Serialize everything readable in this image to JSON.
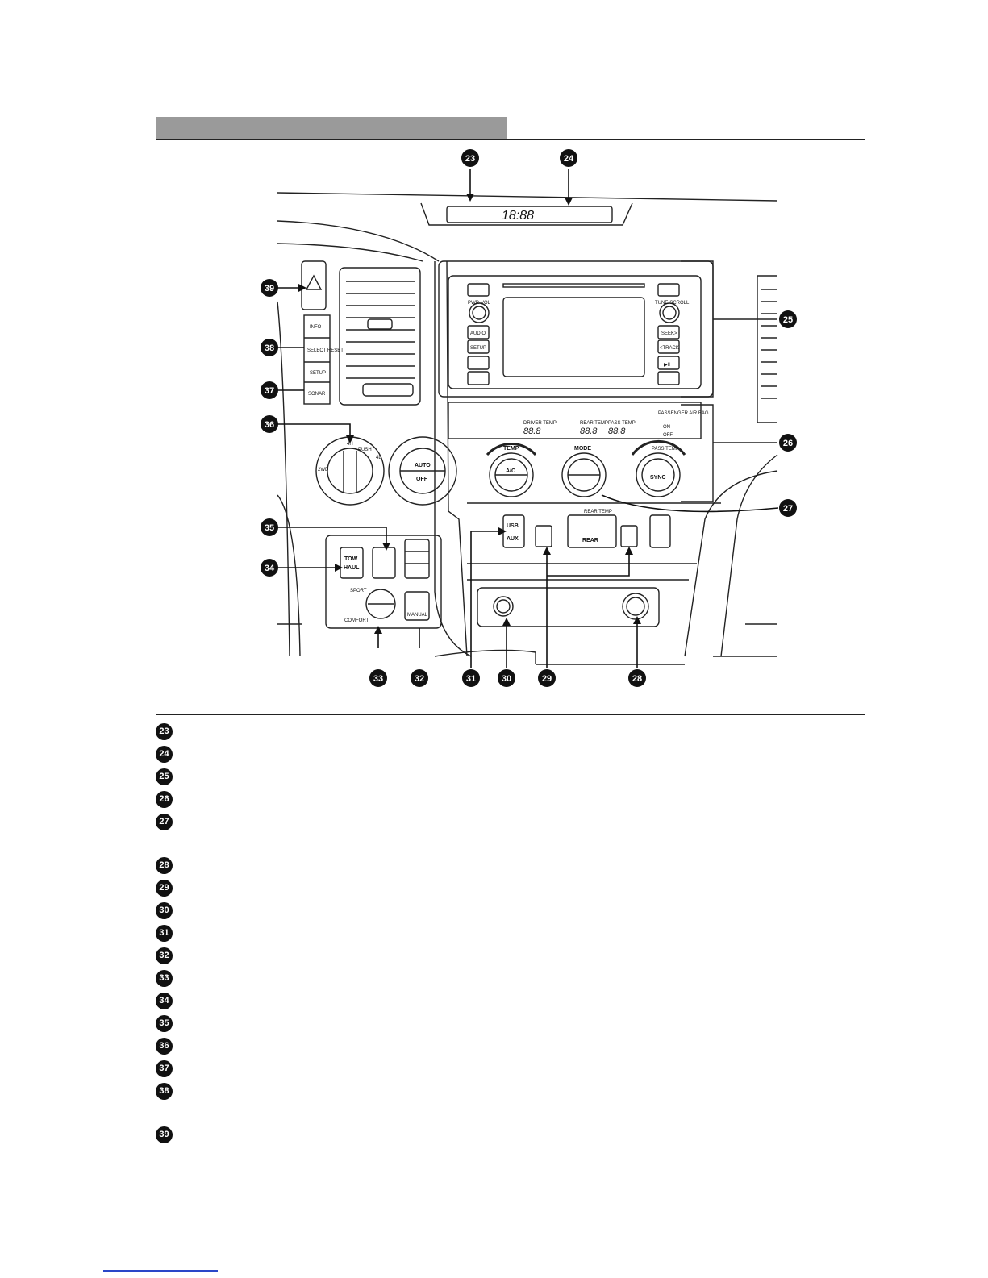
{
  "callouts": [
    "23",
    "24",
    "25",
    "26",
    "27",
    "28",
    "29",
    "30",
    "31",
    "32",
    "33",
    "34",
    "35",
    "36",
    "37",
    "38",
    "39"
  ],
  "legend": [
    "23",
    "24",
    "25",
    "26",
    "27",
    "28",
    "29",
    "30",
    "31",
    "32",
    "33",
    "34",
    "35",
    "36",
    "37",
    "38",
    "39"
  ],
  "panel_labels": {
    "clock": "18:88",
    "pwr_vol": "PWR·VOL",
    "tune_scroll": "TUNE·SCROLL",
    "audio": "AUDIO",
    "setup_radio": "SETUP",
    "seek": "SEEK>",
    "track": "<TRACK",
    "play_pause": "▶II",
    "info": "INFO",
    "select_reset": "SELECT\nRESET",
    "setup_info": "SETUP",
    "sonar": "SONAR",
    "temp_left": "TEMP",
    "ac": "A/C",
    "mode": "MODE",
    "pass_temp": "PASS\nTEMP",
    "sync": "SYNC",
    "auto": "AUTO",
    "off": "OFF",
    "dial_2wd": "2WD",
    "dial_4h": "4H",
    "dial_push": "PUSH",
    "dial_4l": "4L",
    "usb": "USB",
    "aux": "AUX",
    "rear_temp": "REAR\nTEMP",
    "rear": "REAR",
    "tow": "TOW",
    "haul": "HAUL",
    "sport": "SPORT",
    "comfort": "COMFORT",
    "manual": "MANUAL",
    "driver_temp": "DRIVER TEMP",
    "rear_temp_disp": "REAR TEMP",
    "pass_temp_disp": "PASS TEMP",
    "passenger_airbag": "PASSENGER\nAIR BAG",
    "on": "ON",
    "off_disp": "OFF",
    "seg": "88.8"
  }
}
